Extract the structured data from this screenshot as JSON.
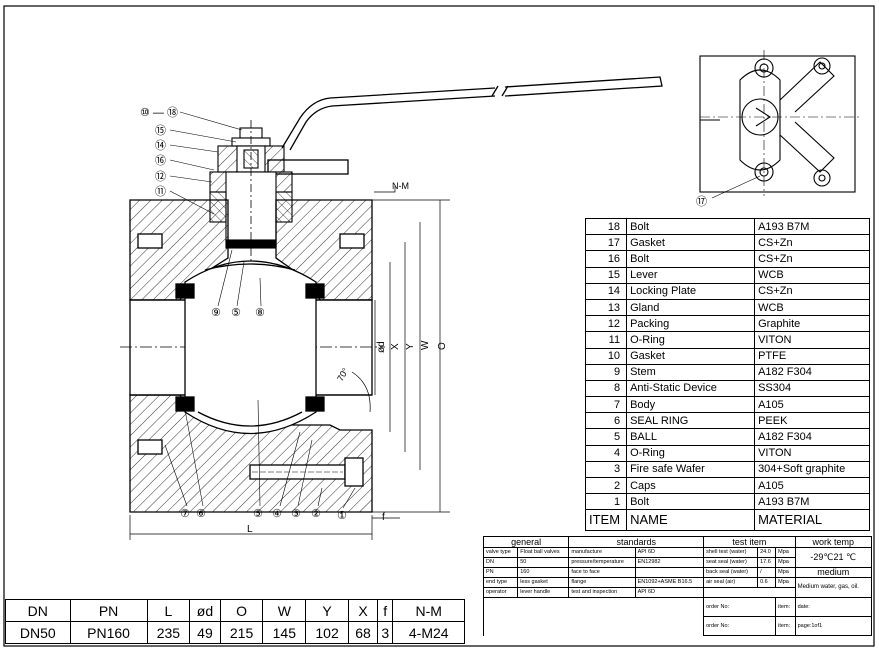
{
  "balloons_top": [
    "⑩ — ⑱",
    "⑮",
    "⑭",
    "⑯",
    "⑫",
    "⑪"
  ],
  "balloons_mid": [
    "⑨",
    "⑤",
    "⑧"
  ],
  "balloons_bottom": [
    "⑦",
    "⑥",
    "⑤",
    "④",
    "③",
    "②",
    "①"
  ],
  "balloon_side_view": "⑰",
  "dim_labels": {
    "nm": "N-M",
    "d": "ød",
    "x": "X",
    "y": "Y",
    "w": "W",
    "o": "O",
    "l": "L",
    "f": "f",
    "angle": "70°"
  },
  "bom": {
    "header": {
      "item": "ITEM",
      "name": "NAME",
      "material": "MATERIAL"
    },
    "rows": [
      {
        "no": "18",
        "name": "Bolt",
        "material": "A193 B7M"
      },
      {
        "no": "17",
        "name": "Gasket",
        "material": "CS+Zn"
      },
      {
        "no": "16",
        "name": "Bolt",
        "material": "CS+Zn"
      },
      {
        "no": "15",
        "name": "Lever",
        "material": "WCB"
      },
      {
        "no": "14",
        "name": "Locking Plate",
        "material": "CS+Zn"
      },
      {
        "no": "13",
        "name": "Gland",
        "material": "WCB"
      },
      {
        "no": "12",
        "name": "Packing",
        "material": "Graphite"
      },
      {
        "no": "11",
        "name": "O-Ring",
        "material": "VITON"
      },
      {
        "no": "10",
        "name": "Gasket",
        "material": "PTFE"
      },
      {
        "no": "9",
        "name": "Stem",
        "material": "A182 F304"
      },
      {
        "no": "8",
        "name": "Anti-Static Device",
        "material": "SS304"
      },
      {
        "no": "7",
        "name": "Body",
        "material": "A105"
      },
      {
        "no": "6",
        "name": "SEAL RING",
        "material": "PEEK"
      },
      {
        "no": "5",
        "name": "BALL",
        "material": "A182 F304"
      },
      {
        "no": "4",
        "name": "O-Ring",
        "material": "VITON"
      },
      {
        "no": "3",
        "name": "Fire safe Wafer",
        "material": "304+Soft graphite"
      },
      {
        "no": "2",
        "name": "Caps",
        "material": "A105"
      },
      {
        "no": "1",
        "name": "Bolt",
        "material": "A193 B7M"
      }
    ]
  },
  "dims": {
    "headers": [
      "DN",
      "PN",
      "L",
      "ød",
      "O",
      "W",
      "Y",
      "X",
      "f",
      "N-M"
    ],
    "values": [
      "DN50",
      "PN160",
      "235",
      "49",
      "215",
      "145",
      "102",
      "68",
      "3",
      "4-M24"
    ]
  },
  "title_block": {
    "general": "general",
    "standards": "standards",
    "test_item": "test item",
    "work_temp": "work temp",
    "temp_value": "-29℃21 ℃",
    "medium": "medium",
    "medium_value": "Medium water, gas, oil.",
    "general_rows": [
      {
        "k": "valve type",
        "v": "Float ball valves"
      },
      {
        "k": "DN",
        "v": "50"
      },
      {
        "k": "PN",
        "v": "160"
      },
      {
        "k": "end type",
        "v": "less gasket"
      },
      {
        "k": "operator",
        "v": "lever handle"
      }
    ],
    "standard_rows": [
      {
        "k": "manufacture",
        "v": "API 6D"
      },
      {
        "k": "pressure/temperature",
        "v": "EN12982"
      },
      {
        "k": "face to face",
        "v": ""
      },
      {
        "k": "flange",
        "v": "EN1092+ASME B16.5"
      },
      {
        "k": "test and inspection",
        "v": "API 6D"
      }
    ],
    "test_rows": [
      {
        "k": "shell test (water)",
        "v": "24.0",
        "u": "Mpa"
      },
      {
        "k": "seat seal (water)",
        "v": "17.6",
        "u": "Mpa"
      },
      {
        "k": "back seal (water)",
        "v": "/",
        "u": "Mpa"
      },
      {
        "k": "air seal (air)",
        "v": "0.6",
        "u": "Mpa"
      }
    ],
    "order_rows": [
      {
        "a": "order No:",
        "b": "item:",
        "c": "date:"
      },
      {
        "a": "order No:",
        "b": "item:",
        "c": "page:1of1"
      }
    ]
  }
}
